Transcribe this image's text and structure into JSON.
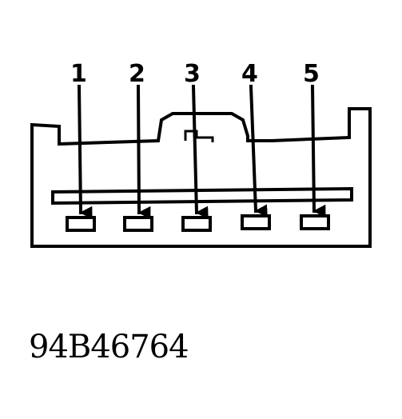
{
  "diagram": {
    "pins": [
      "1",
      "2",
      "3",
      "4",
      "5"
    ],
    "reference_code": "94B46764"
  }
}
